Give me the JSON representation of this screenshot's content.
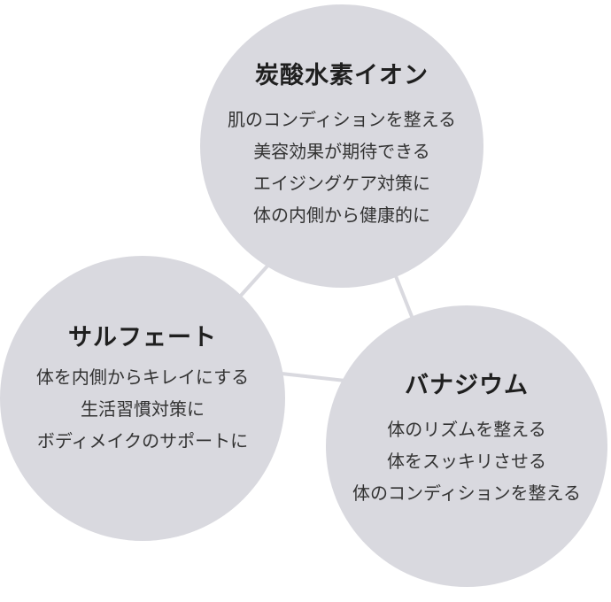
{
  "nodes": [
    {
      "id": "carbonate",
      "title": "炭酸水素イオン",
      "lines": [
        "肌のコンディションを整える",
        "美容効果が期待できる",
        "エイジングケア対策に",
        "体の内側から健康的に"
      ]
    },
    {
      "id": "sulfate",
      "title": "サルフェート",
      "lines": [
        "体を内側からキレイにする",
        "生活習慣対策に",
        "ボディメイクのサポートに"
      ]
    },
    {
      "id": "vanadium",
      "title": "バナジウム",
      "lines": [
        "体のリズムを整える",
        "体をスッキリさせる",
        "体のコンディションを整える"
      ]
    }
  ],
  "colors": {
    "circle_fill": "#d9d9df",
    "connector": "#d9d9df",
    "text": "#1f1f1f"
  }
}
